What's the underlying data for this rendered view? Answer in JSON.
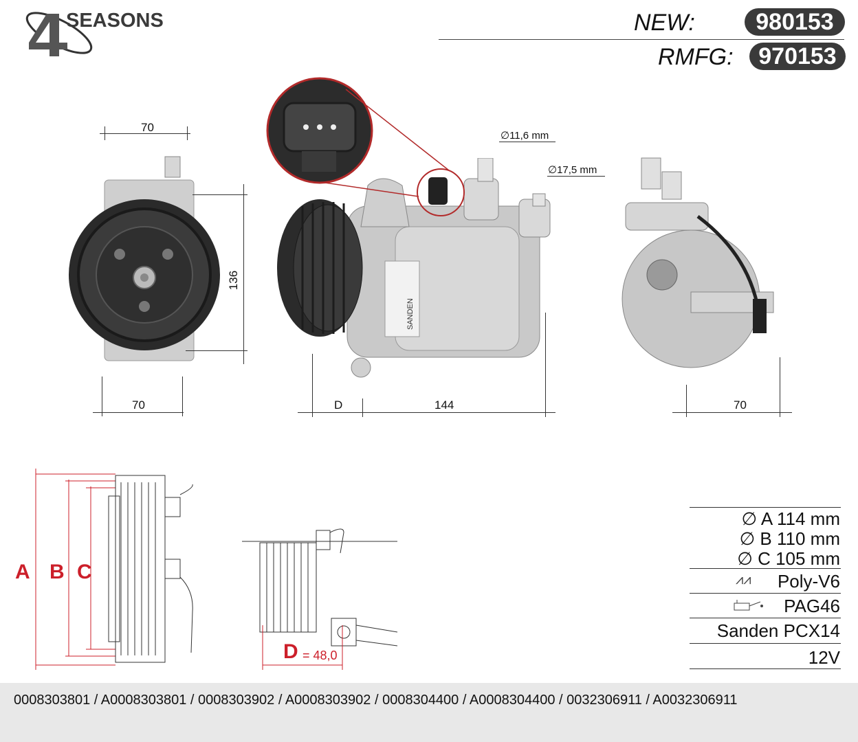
{
  "brand": {
    "name": "SEASONS",
    "digit": "4"
  },
  "codes": {
    "new_label": "NEW:",
    "new_value": "980153",
    "rmfg_label": "RMFG:",
    "rmfg_value": "970153"
  },
  "dimensions": {
    "front_width_top": "70",
    "front_width_bottom": "70",
    "height": "136",
    "side_d": "D",
    "side_length": "144",
    "rear_width": "70",
    "port_small": "∅11,6 mm",
    "port_large": "∅17,5 mm"
  },
  "pulley": {
    "letter_a": "A",
    "letter_b": "B",
    "letter_c": "C",
    "d_letter": "D",
    "d_value": "= 48,0"
  },
  "specs": {
    "diam_a": "∅ A 114 mm",
    "diam_b": "∅ B 110 mm",
    "diam_c": "∅ C 105 mm",
    "belt": "Poly-V6",
    "oil": "PAG46",
    "model": "Sanden PCX14",
    "voltage": "12V"
  },
  "oem_numbers": "0008303801 / A0008303801 / 0008303902 / A0008303902 / 0008304400 / A0008304400 / 0032306911 / A0032306911",
  "compressor_label": "SANDEN"
}
